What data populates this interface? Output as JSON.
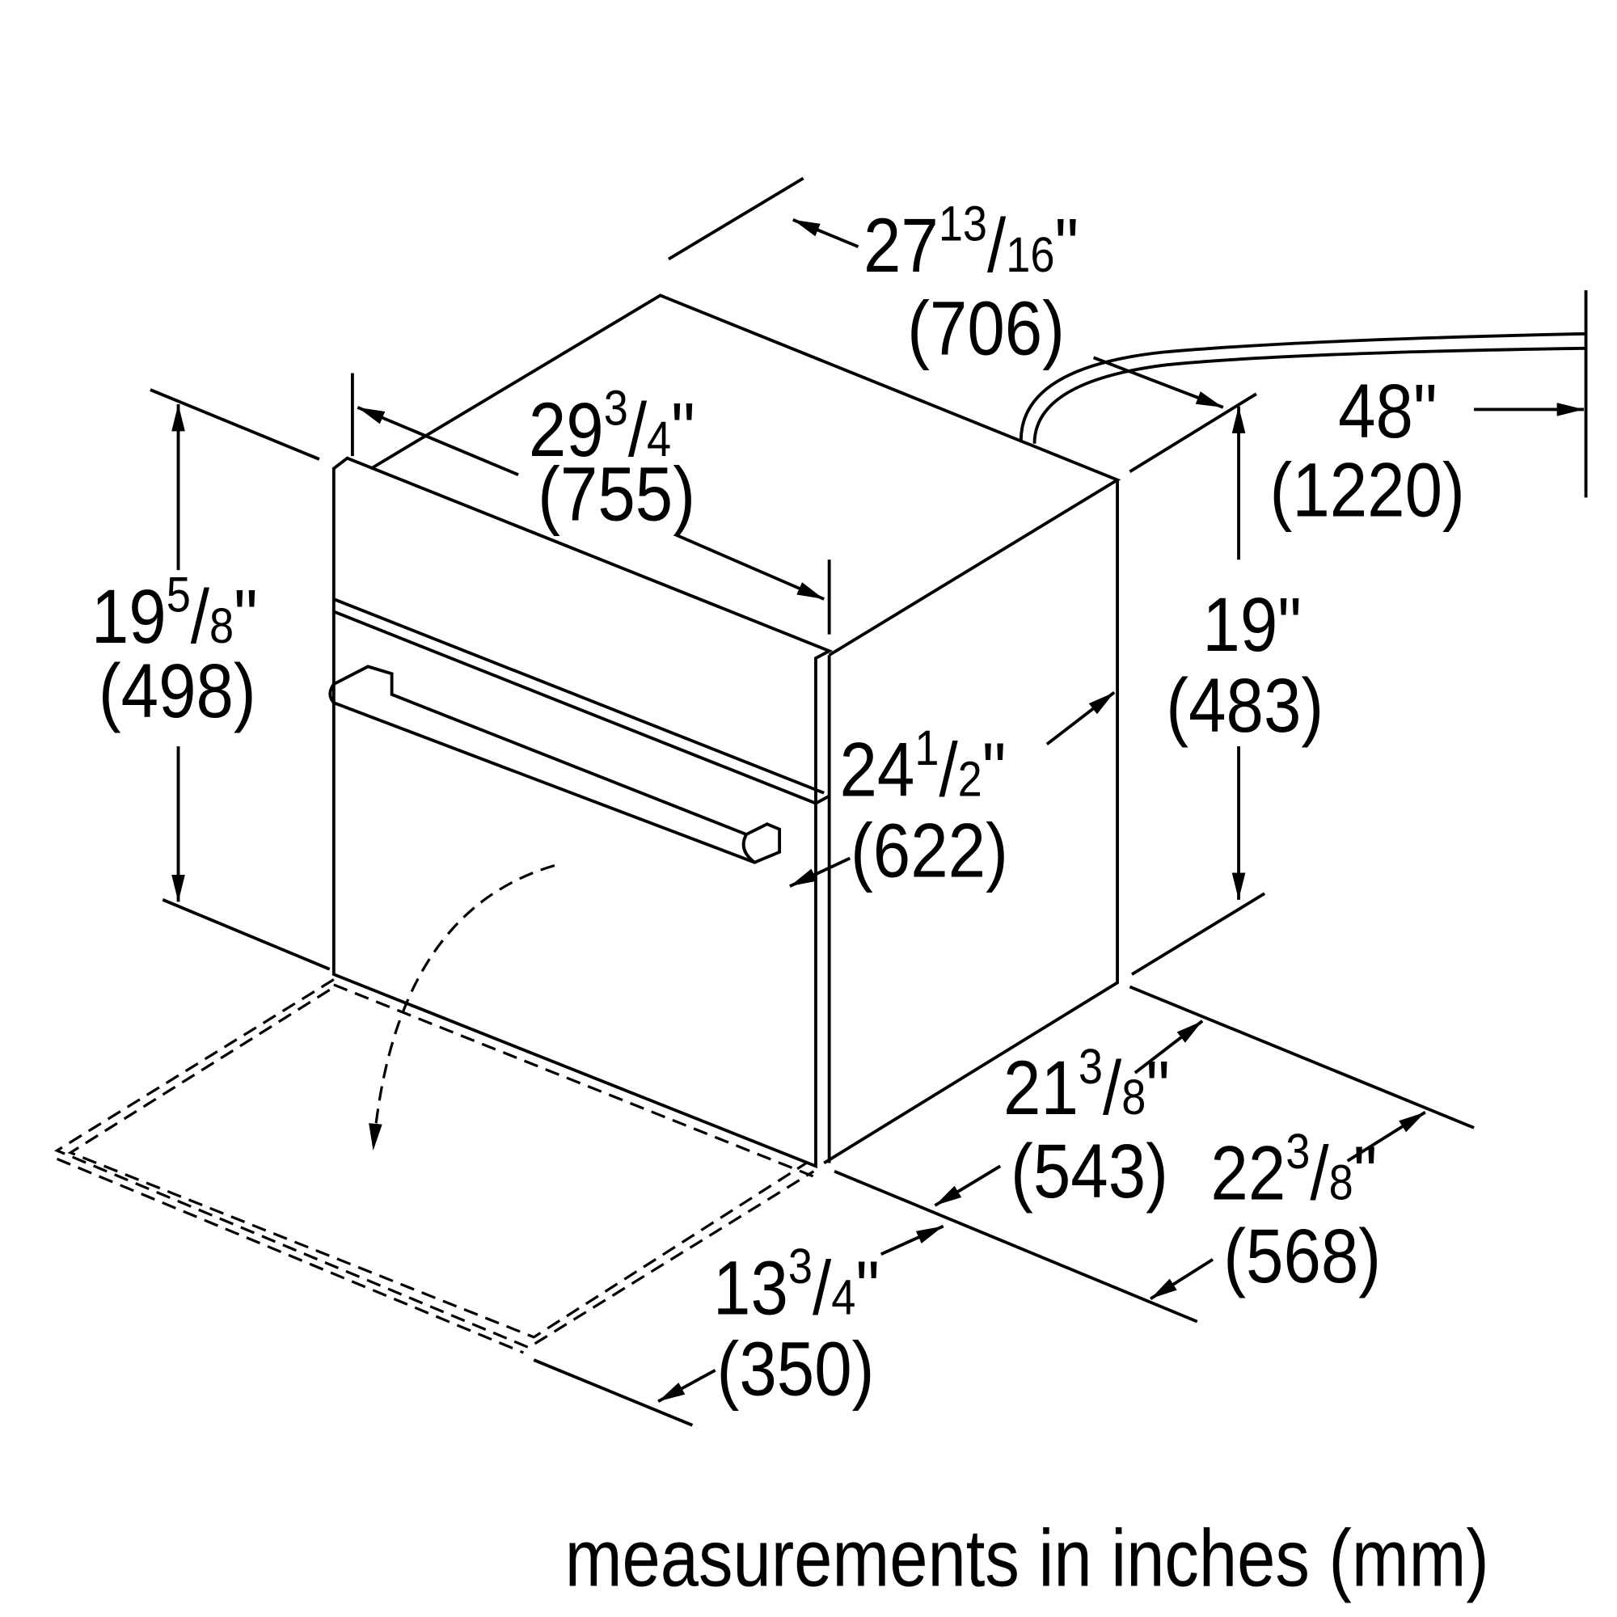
{
  "title": "Appliance dimension drawing",
  "dimensions": {
    "depth_overall": {
      "whole": "27",
      "num": "13",
      "den": "16",
      "unit": "\"",
      "mm": "(706)"
    },
    "width_overall": {
      "whole": "29",
      "num": "3",
      "den": "4",
      "unit": "\"",
      "mm": "(755)"
    },
    "height_overall": {
      "whole": "19",
      "num": "5",
      "den": "8",
      "unit": "\"",
      "mm": "(498)"
    },
    "cord_length": {
      "whole": "48",
      "unit": "\"",
      "mm": "(1220)"
    },
    "height_body": {
      "whole": "19",
      "unit": "\"",
      "mm": "(483)"
    },
    "width_body": {
      "whole": "24",
      "num": "1",
      "den": "2",
      "unit": "\"",
      "mm": "(622)"
    },
    "depth_body": {
      "whole": "21",
      "num": "3",
      "den": "8",
      "unit": "\"",
      "mm": "(543)"
    },
    "depth_total": {
      "whole": "22",
      "num": "3",
      "den": "8",
      "unit": "\"",
      "mm": "(568)"
    },
    "door_open": {
      "whole": "13",
      "num": "3",
      "den": "4",
      "unit": "\"",
      "mm": "(350)"
    }
  },
  "footer": "measurements in inches (mm)"
}
